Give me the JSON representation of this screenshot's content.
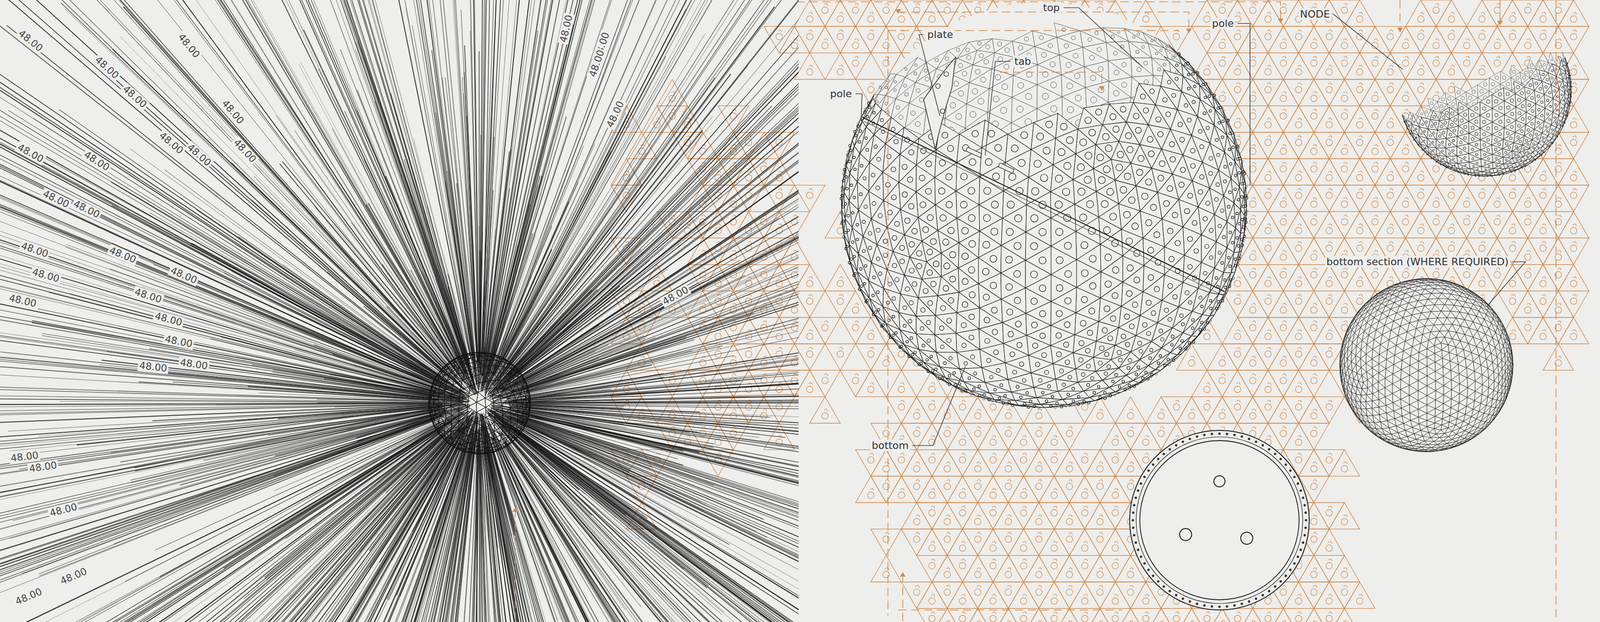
{
  "diagram": {
    "labels": [
      "pole",
      "plate",
      "tab",
      "top",
      "pole",
      "NODE",
      "bottom section (WHERE REQUIRED)",
      "bottom",
      "48.00",
      "48.00",
      "48.00",
      "48.00",
      "48.00",
      "48.00",
      "48.00",
      "48.00",
      "48.00",
      "48.00",
      "48.00",
      "48.00",
      "48.00",
      "48.00",
      "48.00",
      "48.00",
      "48.00",
      "48.00",
      "48.00",
      "48.00",
      "48.00",
      "48.00",
      "48.00",
      "48.00",
      "48.00",
      "48.00",
      "48.00",
      "48.00",
      "48.00",
      "48.00",
      "48.00",
      "48.00"
    ]
  }
}
